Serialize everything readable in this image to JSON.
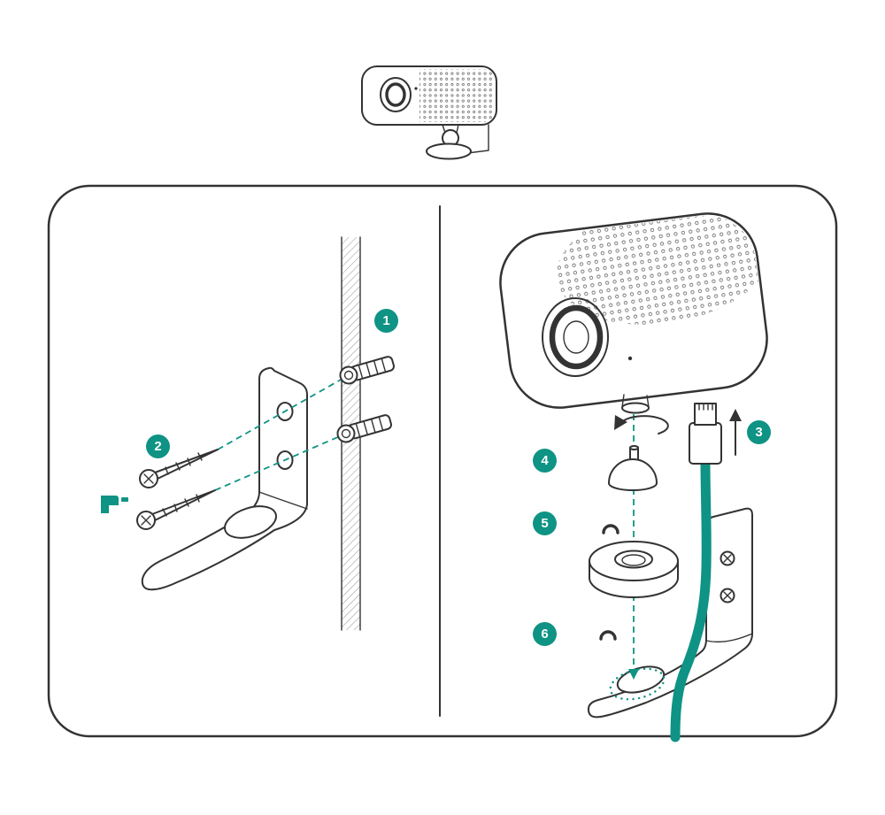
{
  "page": {
    "background": "#ffffff",
    "accent_color": "#0E9384",
    "line_color": "#333333",
    "description": "Camera wall-mount installation diagram"
  },
  "steps": [
    {
      "number": "1"
    },
    {
      "number": "2"
    },
    {
      "number": "3"
    },
    {
      "number": "4"
    },
    {
      "number": "5"
    },
    {
      "number": "6"
    }
  ]
}
